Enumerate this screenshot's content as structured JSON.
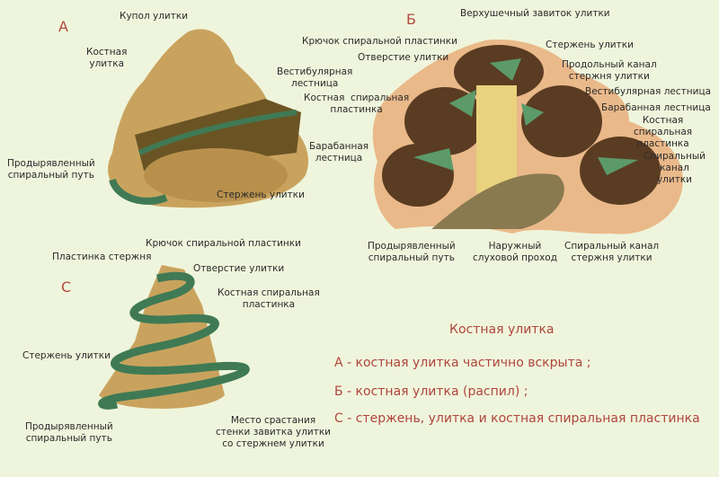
{
  "panels": {
    "a": "А",
    "b": "Б",
    "c": "С"
  },
  "labels_a": {
    "dome": "Купол улитки",
    "bony_cochlea": "Костная\nулитка",
    "vestibular": "Вестибулярная\nлестница",
    "spiral_lamina": "Костная  спиральная\nпластинка",
    "tympanic": "Барабанная\nлестница",
    "perforated": "Продырявленный\nспиральный путь",
    "modiolus": "Стержень улитки"
  },
  "labels_b": {
    "apical": "Верхушечный завиток  улитки",
    "hook": "Крючок спиральной пластинки",
    "helicotrema": "Отверстие улитки",
    "modiolus": "Стержень улитки",
    "longitudinal": "Продольный канал\nстержня улитки",
    "vestibular": "Вестибулярная лестница",
    "tympanic": "Барабанная лестница",
    "lamina": "Костная\nспиральная\nпластинка",
    "spiral_canal": "Спиральный\nканал\nулитки",
    "perforated": "Продырявленный\nспиральный путь",
    "meatus": "Наружный\nслуховой проход",
    "spiral_canal_modiolus": "Спиральный канал\nстержня улитки"
  },
  "labels_c": {
    "hook": "Крючок спиральной пластинки",
    "plate": "Пластинка стержня",
    "helicotrema": "Отверстие улитки",
    "lamina": "Костная спиральная\nпластинка",
    "modiolus": "Стержень улитки",
    "perforated": "Продырявленный\nспиральный путь",
    "fusion": "Место срастания\nстенки завитка улитки\nсо стержнем улитки"
  },
  "legend": {
    "title": "Костная улитка",
    "a": "А - костная улитка частично вскрыта ;",
    "b": "Б - костная улитка (распил) ;",
    "c": "С  - стержень, улитка и костная спиральная пластинка"
  },
  "colors": {
    "background": "#eff5dc",
    "bone": "#c9a35e",
    "lamina": "#3f7a55",
    "section": "#eab98a",
    "cavity": "#5a3c22",
    "legend": "#b0453c"
  }
}
